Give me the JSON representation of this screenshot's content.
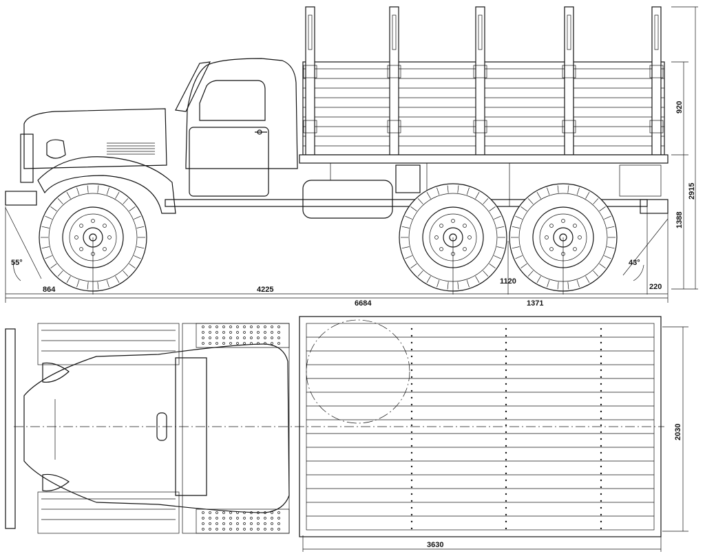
{
  "side_view": {
    "dimensions": {
      "front_overhang": "864",
      "wheelbase_front": "4225",
      "rear_axle_spacing": "1120",
      "rear_overhang": "220",
      "overall_length": "6684",
      "rear_bogie": "1371",
      "side_height": "920",
      "overall_height": "2915",
      "platform_height": "1388"
    },
    "angles": {
      "approach": "55°",
      "departure": "43°"
    }
  },
  "top_view": {
    "dimensions": {
      "body_width": "2030",
      "body_length": "3630"
    }
  }
}
